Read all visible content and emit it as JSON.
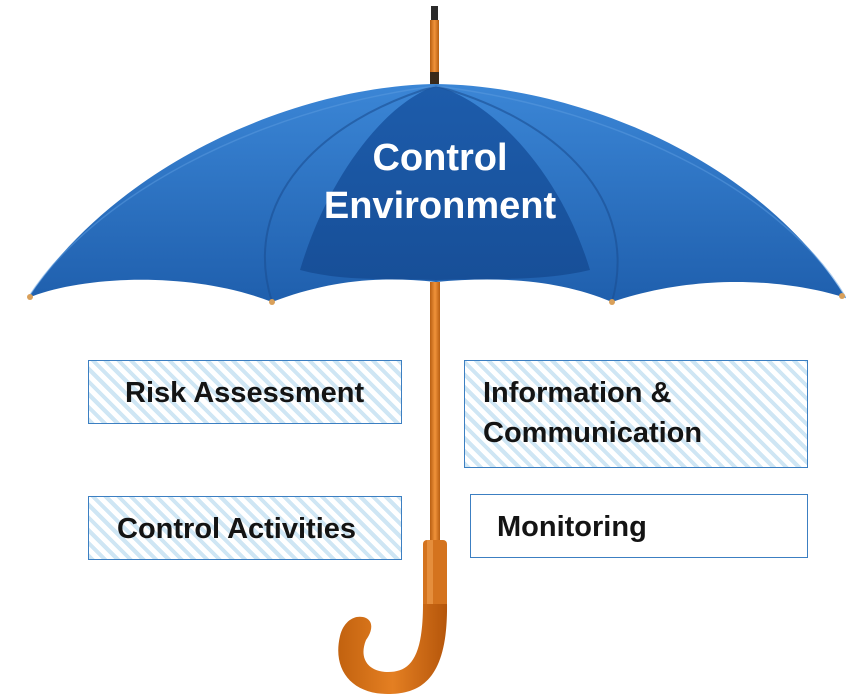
{
  "umbrella": {
    "title_line1": "Control",
    "title_line2": "Environment",
    "canopy_color": "#2a6fc0",
    "handle_color": "#d9761c"
  },
  "components": [
    {
      "label": "Risk Assessment",
      "style": "hatched"
    },
    {
      "label_line1": "Information &",
      "label_line2": "Communication",
      "style": "hatched"
    },
    {
      "label": "Control Activities",
      "style": "hatched"
    },
    {
      "label": "Monitoring",
      "style": "plain"
    }
  ]
}
